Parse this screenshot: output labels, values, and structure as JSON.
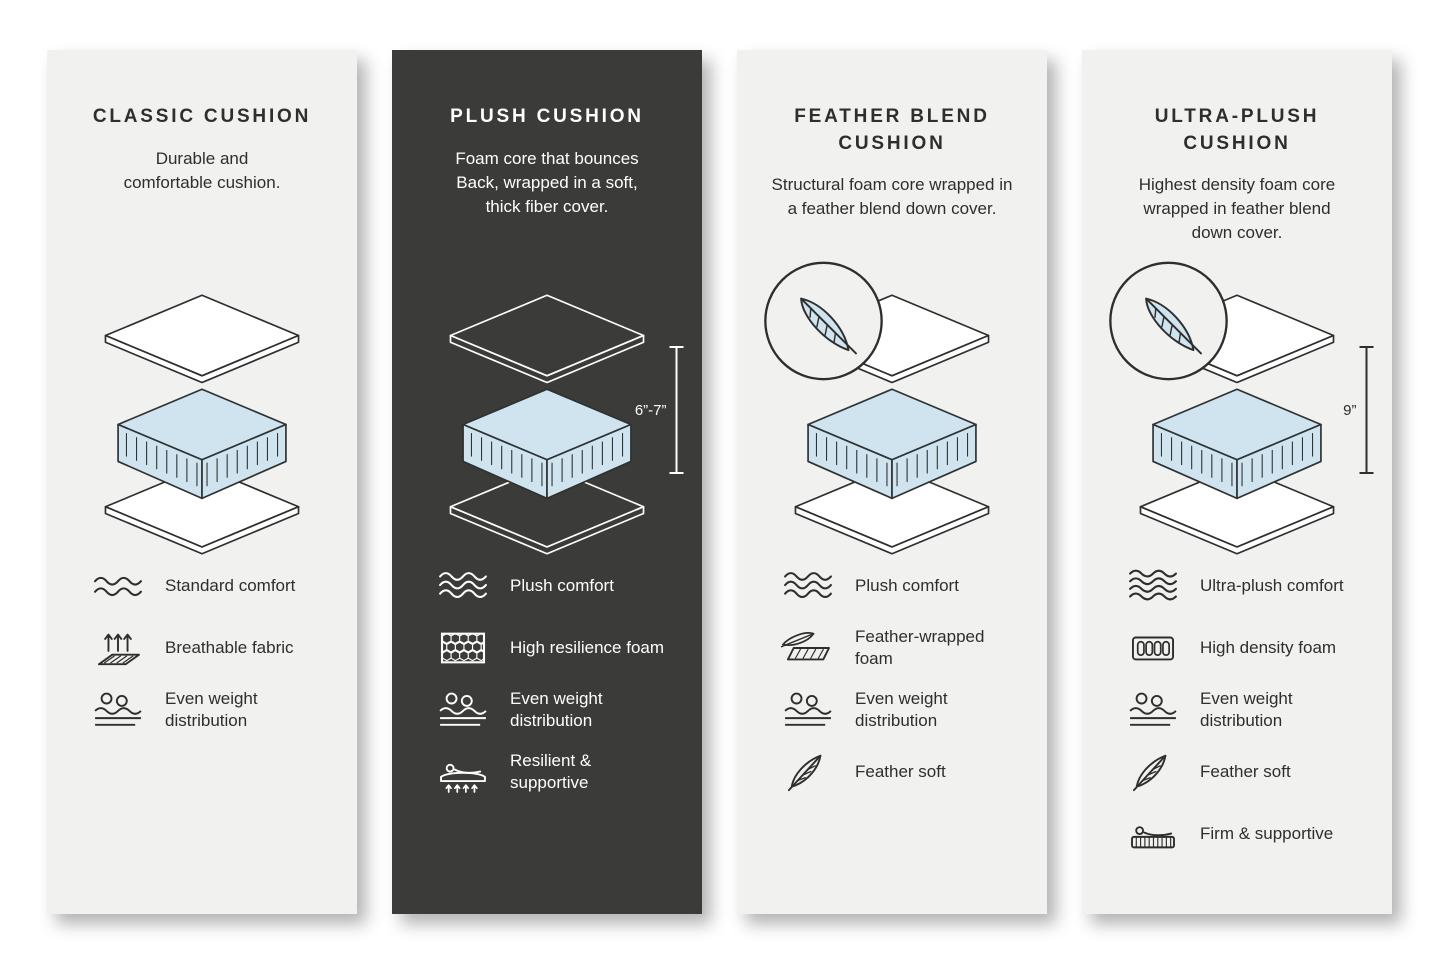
{
  "page": {
    "background": "#ffffff"
  },
  "colors": {
    "card_light": "#f1f1ef",
    "card_dark": "#3b3b39",
    "ink": "#2e2e2e",
    "ink_on_dark": "#ffffff",
    "foam_blue": "#cfe4ee"
  },
  "cards": [
    {
      "title": "CLASSIC CUSHION",
      "description": "Durable and comfortable cushion.",
      "theme": "light",
      "features": [
        {
          "icon": "waves-icon",
          "label": "Standard comfort"
        },
        {
          "icon": "breathable-fabric-icon",
          "label": "Breathable fabric"
        },
        {
          "icon": "even-weight-icon",
          "label": "Even weight distribution"
        }
      ]
    },
    {
      "title": "PLUSH CUSHION",
      "description": "Foam core that bounces Back, wrapped in a soft, thick fiber cover.",
      "theme": "dark",
      "measurement": "6”-7”",
      "features": [
        {
          "icon": "waves-icon",
          "label": "Plush comfort"
        },
        {
          "icon": "honeycomb-foam-icon",
          "label": "High resilience foam"
        },
        {
          "icon": "even-weight-icon",
          "label": "Even weight distribution"
        },
        {
          "icon": "resilient-supportive-icon",
          "label": "Resilient & supportive"
        }
      ]
    },
    {
      "title": "FEATHER BLEND CUSHION",
      "description": "Structural foam core wrapped in a feather blend down cover.",
      "theme": "light",
      "badge": "feather",
      "features": [
        {
          "icon": "waves-icon",
          "label": "Plush comfort"
        },
        {
          "icon": "feather-wrapped-foam-icon",
          "label": "Feather-wrapped foam"
        },
        {
          "icon": "even-weight-icon",
          "label": "Even weight distribution"
        },
        {
          "icon": "feather-icon",
          "label": "Feather soft"
        }
      ]
    },
    {
      "title": "ULTRA-PLUSH CUSHION",
      "description": "Highest density foam core wrapped in feather blend down cover.",
      "theme": "light",
      "badge": "feather",
      "measurement": "9”",
      "features": [
        {
          "icon": "waves-icon",
          "label": "Ultra-plush comfort"
        },
        {
          "icon": "high-density-foam-icon",
          "label": "High density foam"
        },
        {
          "icon": "even-weight-icon",
          "label": "Even weight distribution"
        },
        {
          "icon": "feather-icon",
          "label": "Feather soft"
        },
        {
          "icon": "firm-supportive-icon",
          "label": "Firm & supportive"
        }
      ]
    }
  ]
}
